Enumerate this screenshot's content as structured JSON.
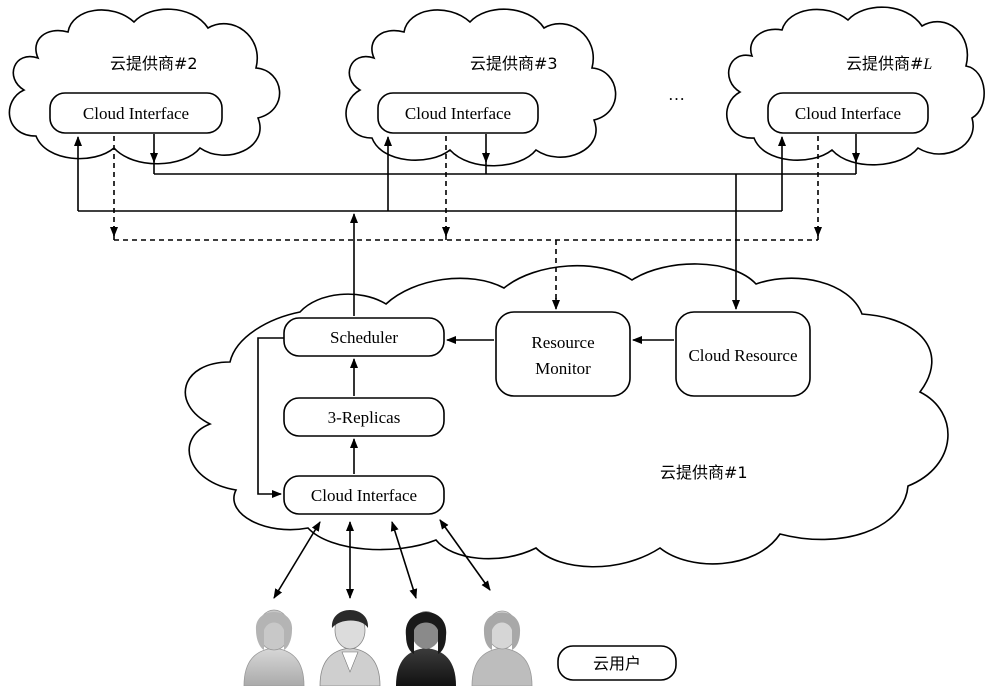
{
  "providers": [
    {
      "name": "云提供商#2",
      "interface": "Cloud Interface"
    },
    {
      "name": "云提供商#3",
      "interface": "Cloud Interface"
    },
    {
      "name_prefix": "云提供商#",
      "name_italic": "L",
      "interface": "Cloud Interface"
    }
  ],
  "ellipsis": "…",
  "main_provider": {
    "name": "云提供商#1",
    "scheduler": "Scheduler",
    "replicas": "3-Replicas",
    "interface": "Cloud Interface",
    "monitor_line1": "Resource",
    "monitor_line2": "Monitor",
    "resource": "Cloud Resource"
  },
  "users_label": "云用户",
  "user_icons": [
    "user-female-light",
    "user-male-gray",
    "user-female-dark",
    "user-female-light-2"
  ]
}
